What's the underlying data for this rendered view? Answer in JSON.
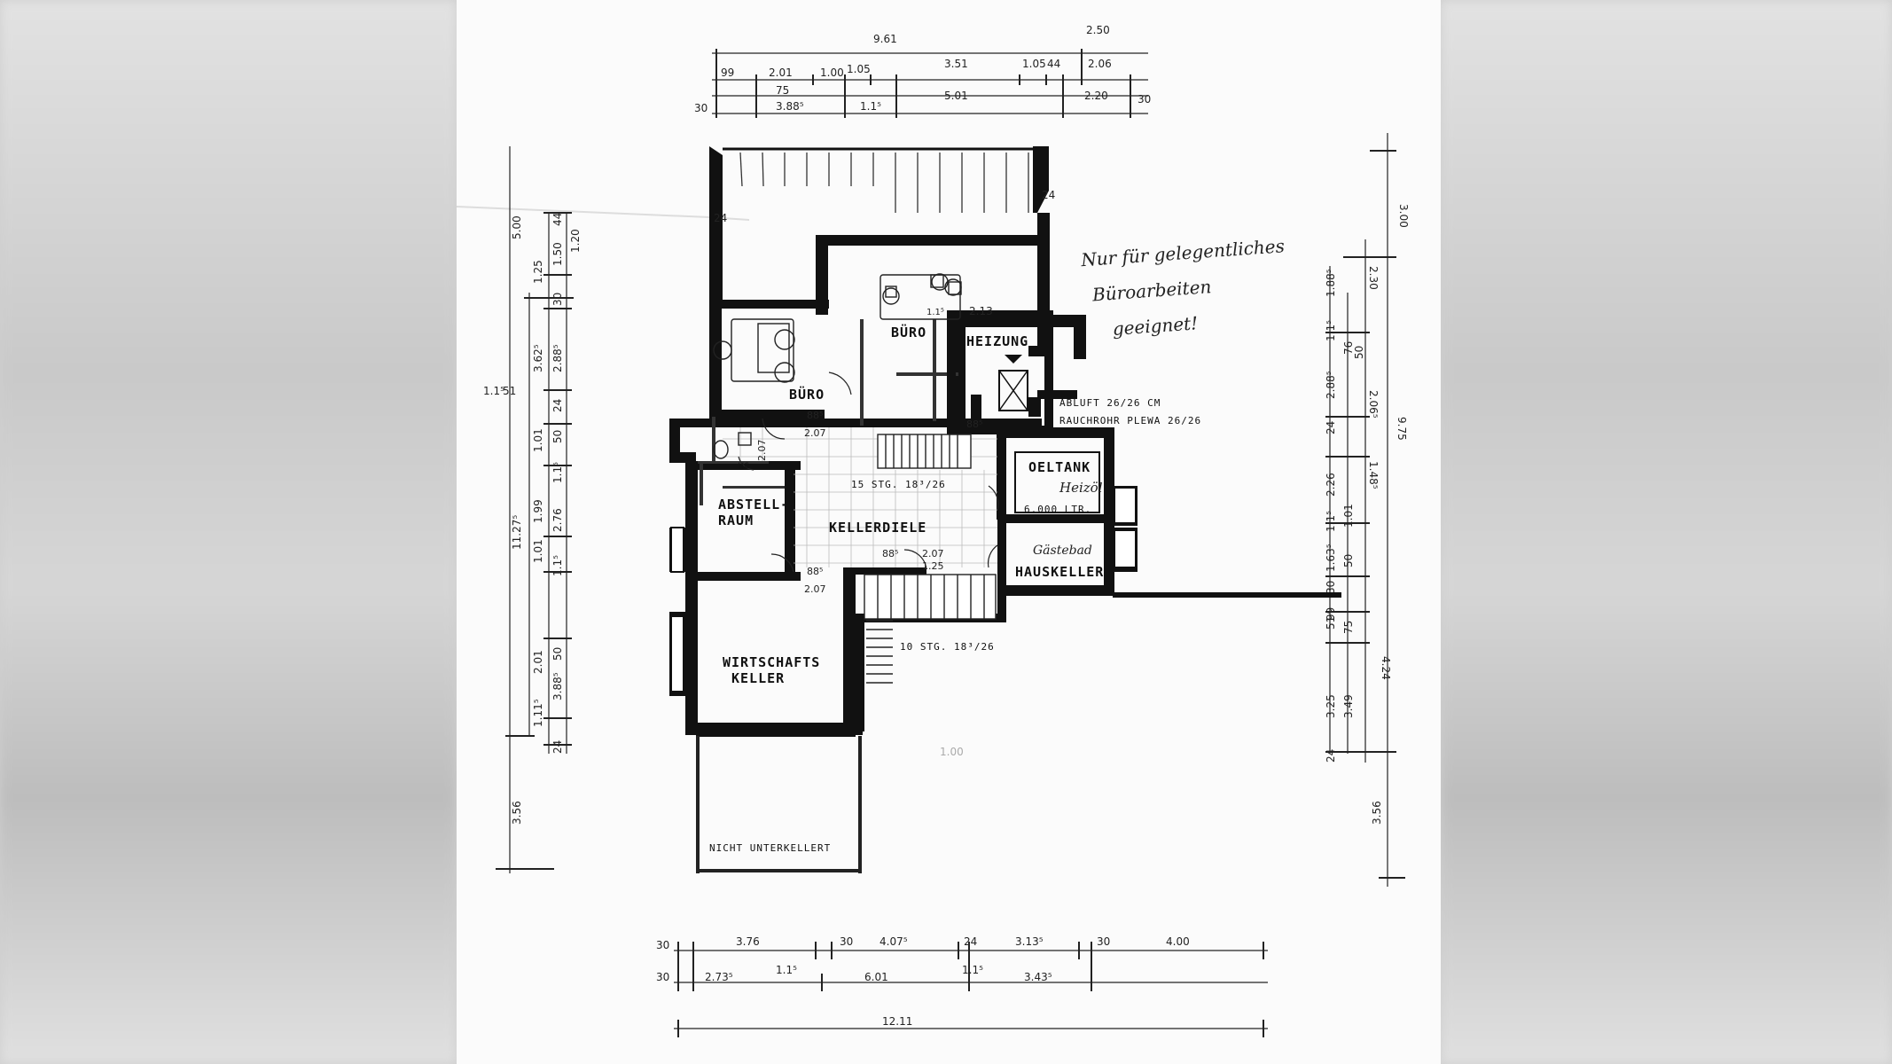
{
  "rooms": {
    "buero_1": "BÜRO",
    "buero_2": "BÜRO",
    "heizung": "HEIZUNG",
    "abstellraum_1": "ABSTELL-",
    "abstellraum_2": "RAUM",
    "kellerdiele": "KELLERDIELE",
    "oeltank": "OELTANK",
    "oeltank_capacity": "6.000 LTR.",
    "hauskeller": "HAUSKELLER",
    "wirtschaftskeller_1": "WIRTSCHAFTS",
    "wirtschaftskeller_2": "KELLER",
    "nicht_unterkellert": "NICHT UNTERKELLERT",
    "wc": "WC"
  },
  "notes": {
    "abluft": "ABLUFT 26/26 CM",
    "rauchrohr": "RAUCHROHR PLEWA 26/26",
    "stairs_upper": "15 STG. 18³/26",
    "stairs_lower": "10 STG. 18³/26",
    "handwritten_1": "Nur für gelegentliches",
    "handwritten_2": "Büroarbeiten",
    "handwritten_3": "geeignet!",
    "oeltank_hand": "Heizöl",
    "hauskeller_hand": "Gästebad"
  },
  "dimensions_top": {
    "row1": [
      "9.61",
      "2.50"
    ],
    "row2": [
      "99",
      "2.01",
      "1.00",
      "1.05",
      "3.51",
      "1.05",
      "44",
      "2.06"
    ],
    "row3": [
      "75",
      "5.01",
      "2.20"
    ],
    "row4": [
      "30",
      "3.88⁵",
      "1.1⁵",
      "30"
    ]
  },
  "dimensions_bottom": {
    "row1": [
      "30",
      "3.76",
      "30",
      "4.07⁵",
      "24",
      "3.13⁵",
      "30",
      "4.00"
    ],
    "row2": [
      "30",
      "2.73⁵",
      "1.1⁵",
      "6.01",
      "1.1⁵",
      "3.43⁵"
    ],
    "row3": [
      "12.11"
    ]
  },
  "dimensions_left": {
    "outer": [
      "5.00",
      "11.27⁵",
      "3.56"
    ],
    "mid": [
      "1.25",
      "3.62⁵",
      "1.01",
      "1.99",
      "1.01",
      "2.01",
      "1.11⁵"
    ],
    "inner": [
      "44",
      "1.50",
      "30",
      "2.88⁵",
      "24",
      "50",
      "1.1⁵",
      "2.76",
      "1.1⁵",
      "50",
      "3.88⁵",
      "24"
    ],
    "far_inner": [
      "1.20",
      "1.1⁵",
      "51"
    ]
  },
  "dimensions_right": {
    "outer": [
      "3.00",
      "9.75",
      "3.56"
    ],
    "mid": [
      "2.30",
      "2.06⁵",
      "1.48⁵",
      "4.24",
      "3.49",
      "3.25"
    ],
    "inner": [
      "1.88⁵",
      "1.1⁵",
      "2.88⁵",
      "24",
      "2.26",
      "1.1⁵",
      "1.63⁵",
      "30",
      "99",
      "51",
      "24"
    ],
    "far_inner": [
      "76",
      "50",
      "1.01",
      "50",
      "75"
    ]
  },
  "interior_dims": {
    "d1": "2.13",
    "d2": "1.1⁵",
    "d3": "88⁵",
    "d4": "2.07",
    "d5": "2.07",
    "d6": "88⁵",
    "d7": "2.07",
    "d8": "1.25",
    "d9": "88⁵",
    "d10": "2.07",
    "d11": "88⁵",
    "d12": "24",
    "d13": "24",
    "d14": "1.00"
  }
}
